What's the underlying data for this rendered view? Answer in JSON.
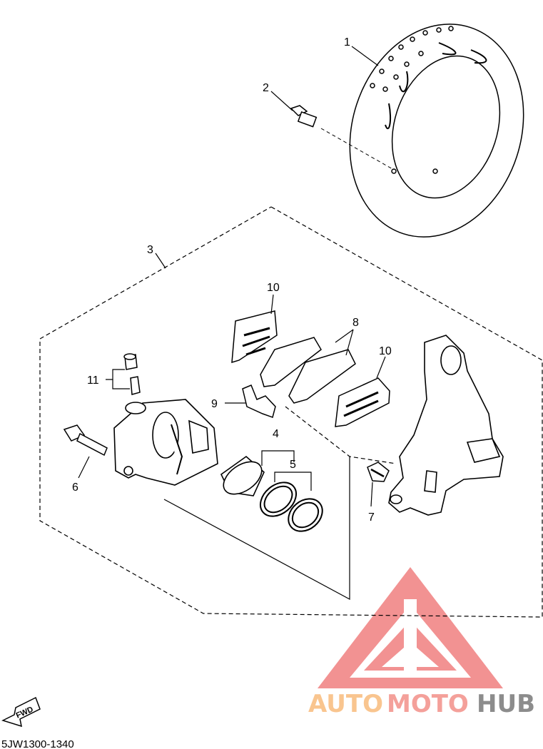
{
  "diagram": {
    "callouts": [
      "1",
      "2",
      "3",
      "10",
      "8",
      "11",
      "9",
      "10",
      "4",
      "5",
      "6",
      "7"
    ],
    "fwd_label": "FWD",
    "part_code": "5JW1300-1340"
  },
  "watermark": {
    "auto": "AUTO",
    "moto": "MOTO",
    "hub": "HUB",
    "colors": {
      "auto": "#f9c58f",
      "moto": "#f4a09a",
      "hub": "#8c8c8c",
      "logo": "#f07f7f"
    }
  }
}
